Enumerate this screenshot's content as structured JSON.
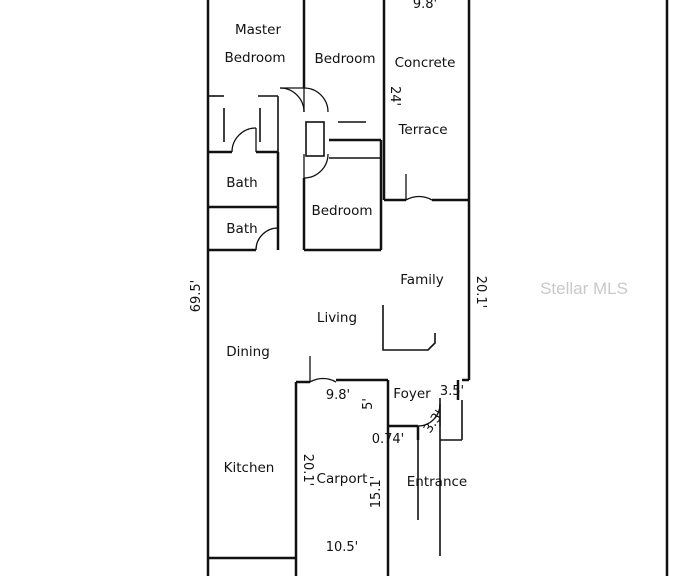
{
  "rooms": {
    "master_bedroom": [
      "Master",
      "Bedroom"
    ],
    "bedroom_top": "Bedroom",
    "concrete_terrace": [
      "Concrete",
      "Terrace"
    ],
    "bath_1": "Bath",
    "bath_2": "Bath",
    "bedroom_mid": "Bedroom",
    "family": "Family",
    "living": "Living",
    "dining": "Dining",
    "foyer": "Foyer",
    "kitchen": "Kitchen",
    "carport": "Carport",
    "entrance": "Entrance"
  },
  "dimensions": {
    "terrace_width": "9.8'",
    "terrace_length": "24'",
    "overall_length": "69.5'",
    "family_length": "20.1'",
    "carport_width_top": "9.8'",
    "foyer_depth": "5'",
    "foyer_width": "3.5'",
    "entry_angle": "3.3'",
    "offset": "0.74'",
    "carport_length": "20.1'",
    "carport_inner": "15.1'",
    "carport_width_bottom": "10.5'"
  },
  "watermark": "Stellar MLS"
}
